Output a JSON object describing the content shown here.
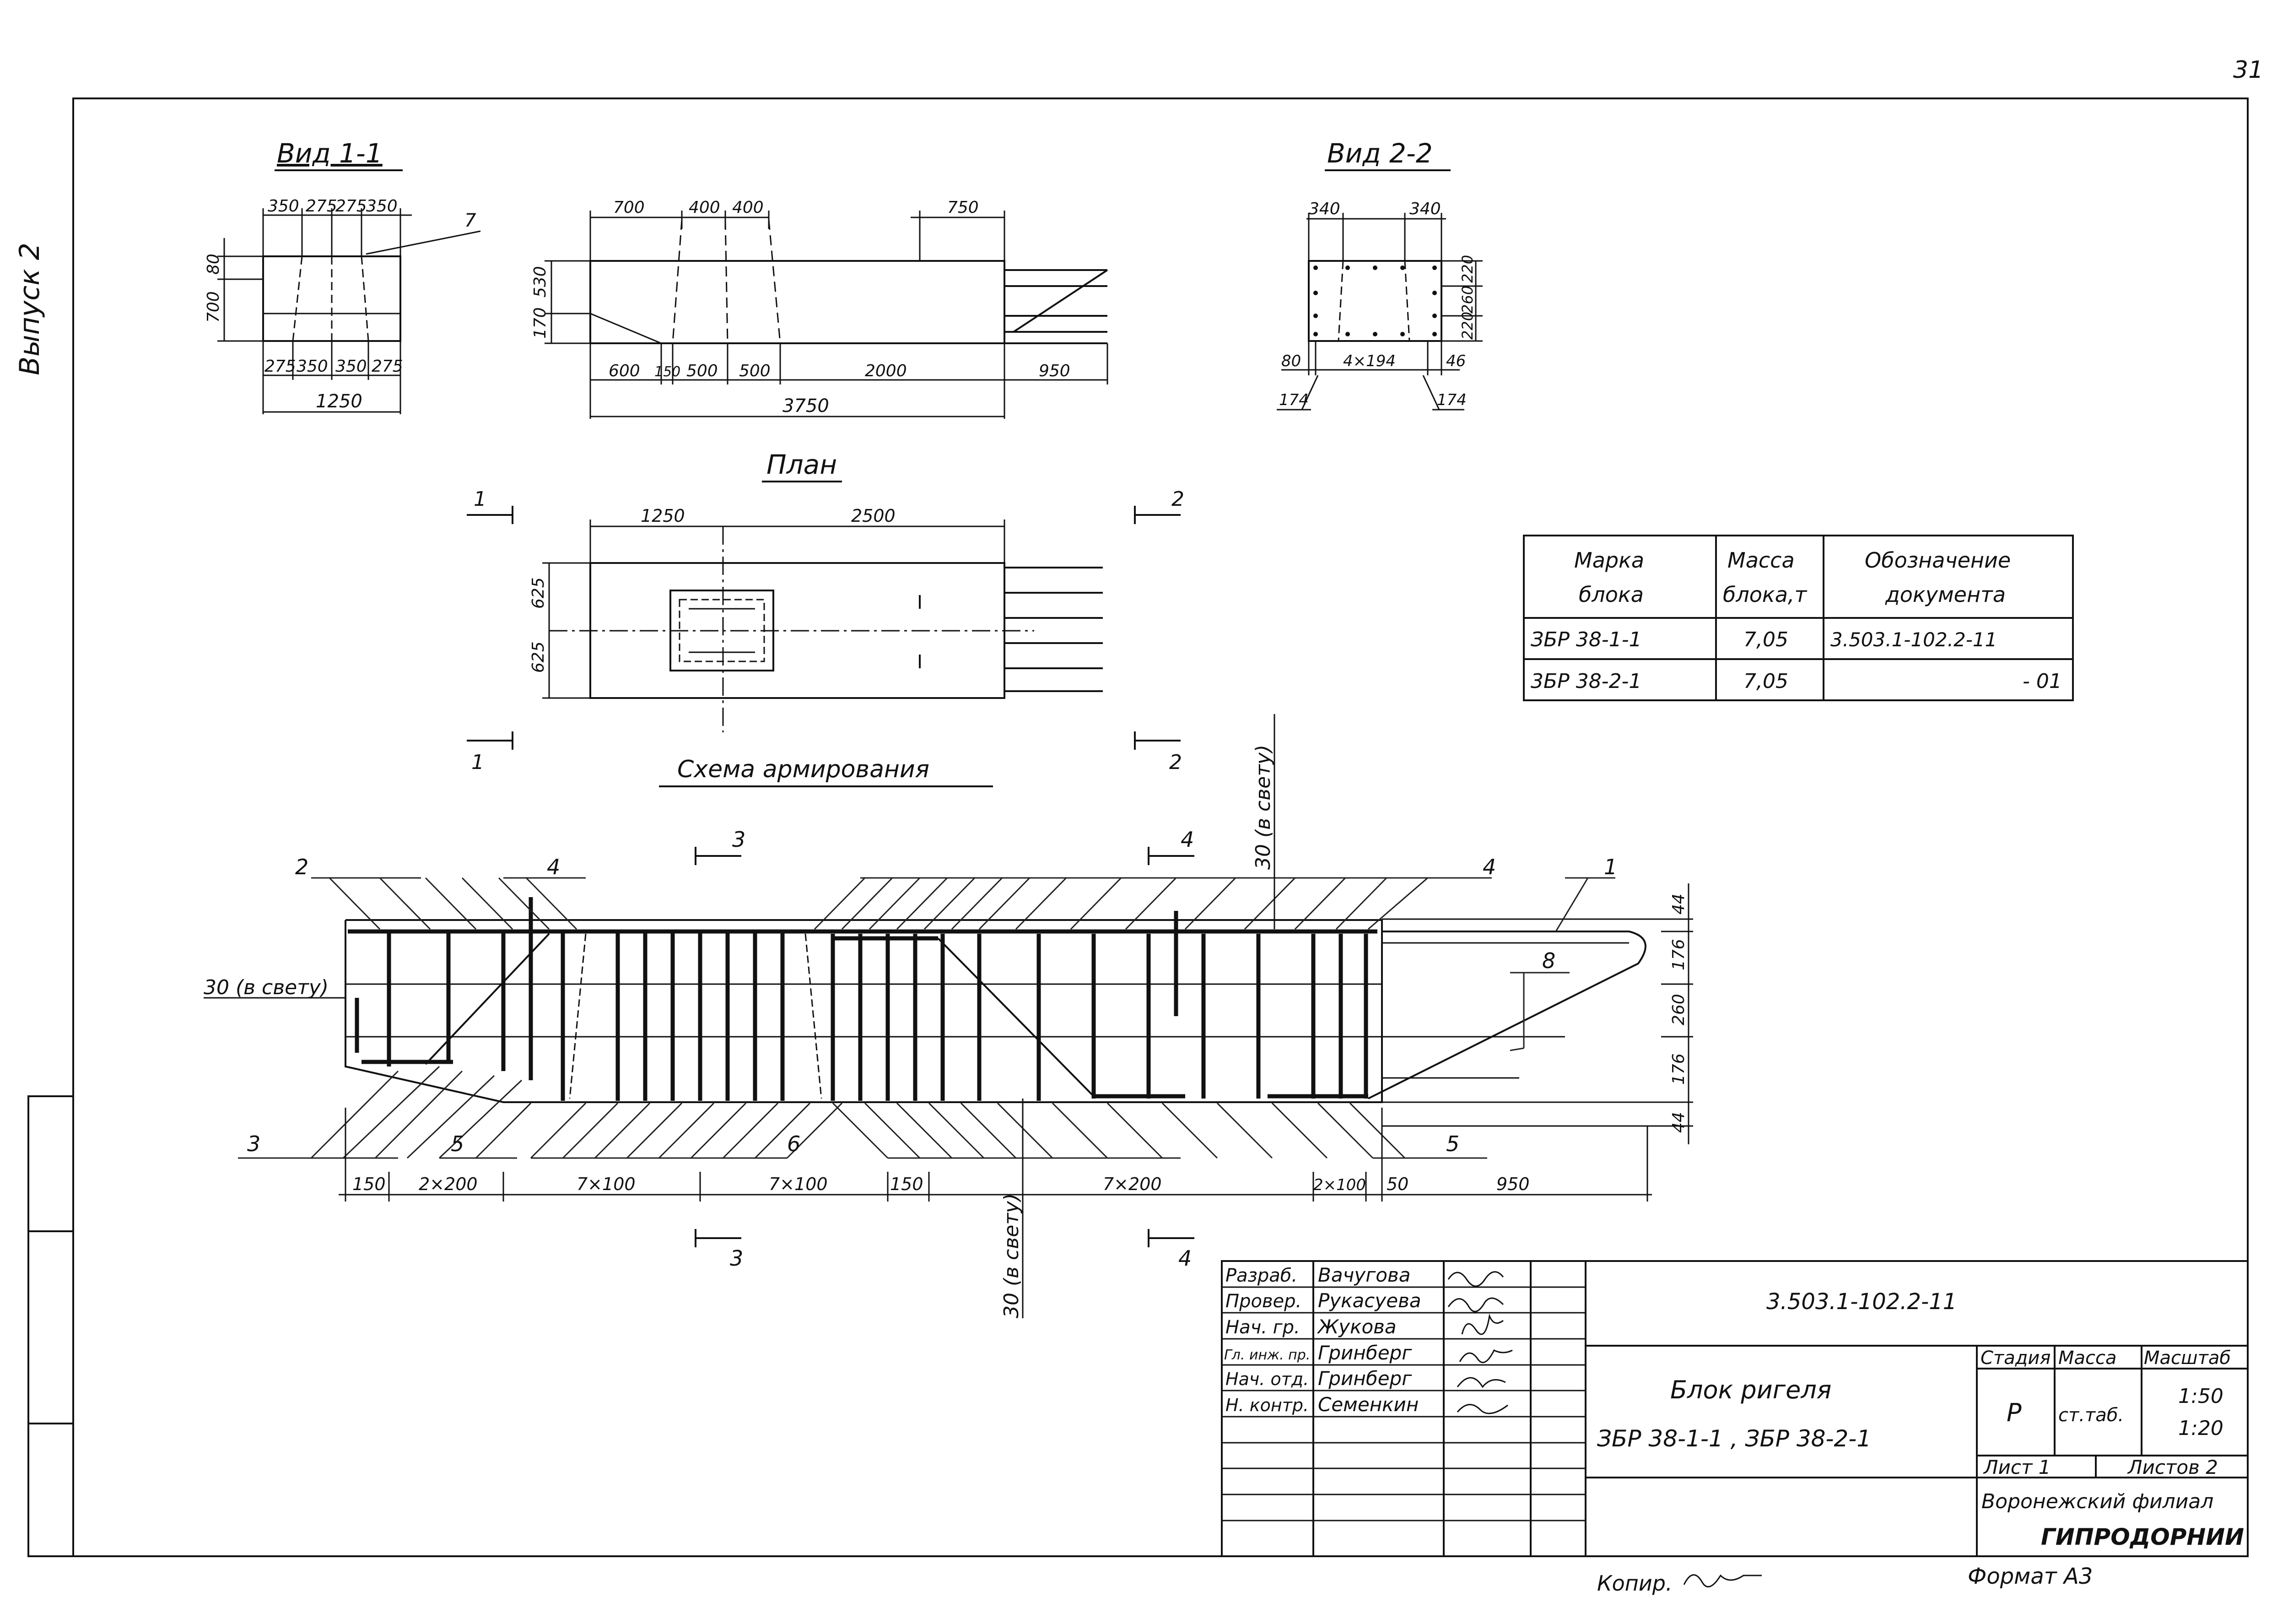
{
  "page_number": "31",
  "side_note": "Выпуск 2",
  "views": {
    "view1": {
      "title": "Вид 1-1",
      "top_dims": [
        "350",
        "275",
        "275",
        "350"
      ],
      "left_dims": [
        "80",
        "700"
      ],
      "bottom_dims": [
        "275",
        "350",
        "350",
        "275"
      ],
      "total": "1250",
      "callout": "7"
    },
    "side": {
      "top_dims": [
        "700",
        "400",
        "400",
        "750"
      ],
      "left_dims": [
        "530",
        "170"
      ],
      "bottom_dims": [
        "600",
        "150",
        "500",
        "500",
        "2000",
        "950"
      ],
      "total": "3750"
    },
    "view2": {
      "title": "Вид 2-2",
      "top_dims": [
        "340",
        "340"
      ],
      "right_dims": [
        "220",
        "260",
        "220"
      ],
      "bottom_dims": [
        "80",
        "4×194",
        "46"
      ],
      "sub_dims": [
        "174",
        "174"
      ]
    }
  },
  "plan": {
    "title": "План",
    "top_dims": [
      "1250",
      "2500"
    ],
    "left_dims": [
      "625",
      "625"
    ],
    "sections": {
      "s1": "1",
      "s2": "2"
    }
  },
  "marks_table": {
    "headers": [
      [
        "Марка",
        "блока"
      ],
      [
        "Масса",
        "блока,т"
      ],
      [
        "Обозначение",
        "документа"
      ]
    ],
    "rows": [
      [
        "ЗБР 38-1-1",
        "7,05",
        "3.503.1-102.2-11"
      ],
      [
        "3БР 38-2-1",
        "7,05",
        "- 01"
      ]
    ]
  },
  "rebar": {
    "title": "Схема армирования",
    "clear_label": "30 (в свету)",
    "callouts": [
      "1",
      "2",
      "3",
      "4",
      "4",
      "5",
      "5",
      "6",
      "8"
    ],
    "sections": {
      "s3": "3",
      "s4": "4"
    },
    "right_dims": [
      "44",
      "176",
      "260",
      "176",
      "44"
    ],
    "bottom_dims": [
      "150",
      "2×200",
      "7×100",
      "7×100",
      "150",
      "7×200",
      "2×100",
      "50",
      "950"
    ]
  },
  "title_block": {
    "doc_code": "3.503.1-102.2-11",
    "roles": [
      "Разраб.",
      "Провер.",
      "Нач. гр.",
      "Гл. инж. пр.",
      "Нач. отд.",
      "Н. контр."
    ],
    "names": [
      "Вачугова",
      "Рукасуева",
      "Жукова",
      "Гринберг",
      "Гринберг",
      "Семенкин"
    ],
    "title_line1": "Блок ригеля",
    "title_line2": "ЗБР 38-1-1 , ЗБР 38-2-1",
    "headers": [
      "Стадия",
      "Масса",
      "Масштаб"
    ],
    "stage": "Р",
    "mass": "ст.таб.",
    "scale1": "1:50",
    "scale2": "1:20",
    "sheet": "Лист 1",
    "sheets": "Листов 2",
    "org1": "Воронежский филиал",
    "org2": "ГИПРОДОРНИИ"
  },
  "footer": {
    "copied": "Копир.",
    "format": "Формат А3"
  }
}
